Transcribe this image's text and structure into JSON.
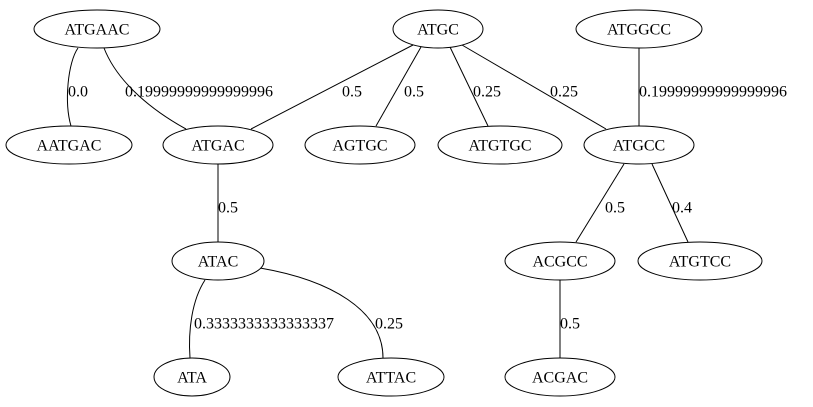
{
  "graph": {
    "nodes": [
      {
        "id": "ATGAAC",
        "label": "ATGAAC"
      },
      {
        "id": "ATGC",
        "label": "ATGC"
      },
      {
        "id": "ATGGCC",
        "label": "ATGGCC"
      },
      {
        "id": "AATGAC",
        "label": "AATGAC"
      },
      {
        "id": "ATGAC",
        "label": "ATGAC"
      },
      {
        "id": "AGTGC",
        "label": "AGTGC"
      },
      {
        "id": "ATGTGC",
        "label": "ATGTGC"
      },
      {
        "id": "ATGCC",
        "label": "ATGCC"
      },
      {
        "id": "ATAC",
        "label": "ATAC"
      },
      {
        "id": "ACGCC",
        "label": "ACGCC"
      },
      {
        "id": "ATGTCC",
        "label": "ATGTCC"
      },
      {
        "id": "ATA",
        "label": "ATA"
      },
      {
        "id": "ATTAC",
        "label": "ATTAC"
      },
      {
        "id": "ACGAC",
        "label": "ACGAC"
      }
    ],
    "edges": [
      {
        "from": "ATGAAC",
        "to": "AATGAC",
        "label": "0.0"
      },
      {
        "from": "ATGAAC",
        "to": "ATGAC",
        "label": "0.19999999999999996"
      },
      {
        "from": "ATGC",
        "to": "ATGAC",
        "label": "0.5"
      },
      {
        "from": "ATGC",
        "to": "AGTGC",
        "label": "0.5"
      },
      {
        "from": "ATGC",
        "to": "ATGTGC",
        "label": "0.25"
      },
      {
        "from": "ATGC",
        "to": "ATGCC",
        "label": "0.25"
      },
      {
        "from": "ATGGCC",
        "to": "ATGCC",
        "label": "0.19999999999999996"
      },
      {
        "from": "ATGAC",
        "to": "ATAC",
        "label": "0.5"
      },
      {
        "from": "ATGCC",
        "to": "ACGCC",
        "label": "0.5"
      },
      {
        "from": "ATGCC",
        "to": "ATGTCC",
        "label": "0.4"
      },
      {
        "from": "ATAC",
        "to": "ATA",
        "label": "0.3333333333333337"
      },
      {
        "from": "ATAC",
        "to": "ATTAC",
        "label": "0.25"
      },
      {
        "from": "ACGCC",
        "to": "ACGAC",
        "label": "0.5"
      }
    ]
  }
}
